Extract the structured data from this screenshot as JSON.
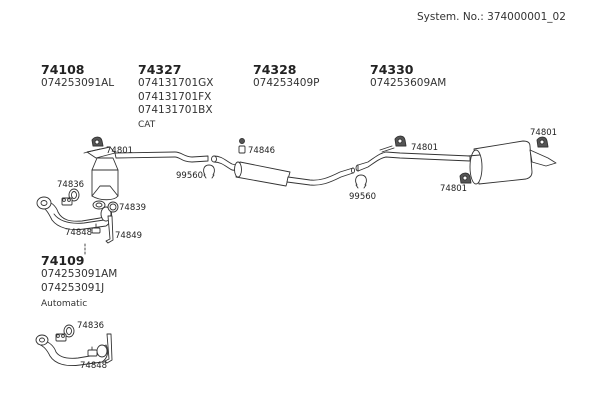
{
  "header": {
    "system_number": "System. No.: 374000001_02"
  },
  "groups": [
    {
      "id": "74108",
      "title": "74108",
      "parts": [
        "074253091AL"
      ],
      "note": ""
    },
    {
      "id": "74327",
      "title": "74327",
      "parts": [
        "074131701GX",
        "074131701FX",
        "074131701BX"
      ],
      "note": "CAT"
    },
    {
      "id": "74328",
      "title": "74328",
      "parts": [
        "074253409P"
      ],
      "note": ""
    },
    {
      "id": "74330",
      "title": "74330",
      "parts": [
        "074253609AM"
      ],
      "note": ""
    },
    {
      "id": "74109",
      "title": "74109",
      "parts": [
        "074253091AM",
        "074253091J"
      ],
      "note": "Automatic"
    }
  ],
  "callouts": {
    "c74801_front": "74801",
    "c74836_top": "74836",
    "c74839": "74839",
    "c74848_top": "74848",
    "c74849": "74849",
    "c99560_a": "99560",
    "c74846": "74846",
    "c99560_b": "99560",
    "c74801_mid": "74801",
    "c74801_rear_top": "74801",
    "c74801_rear_low": "74801",
    "c74836_bottom": "74836",
    "c74848_bottom": "74848"
  },
  "colors": {
    "line": "#333333",
    "fill": "#ffffff",
    "text": "#222222"
  }
}
